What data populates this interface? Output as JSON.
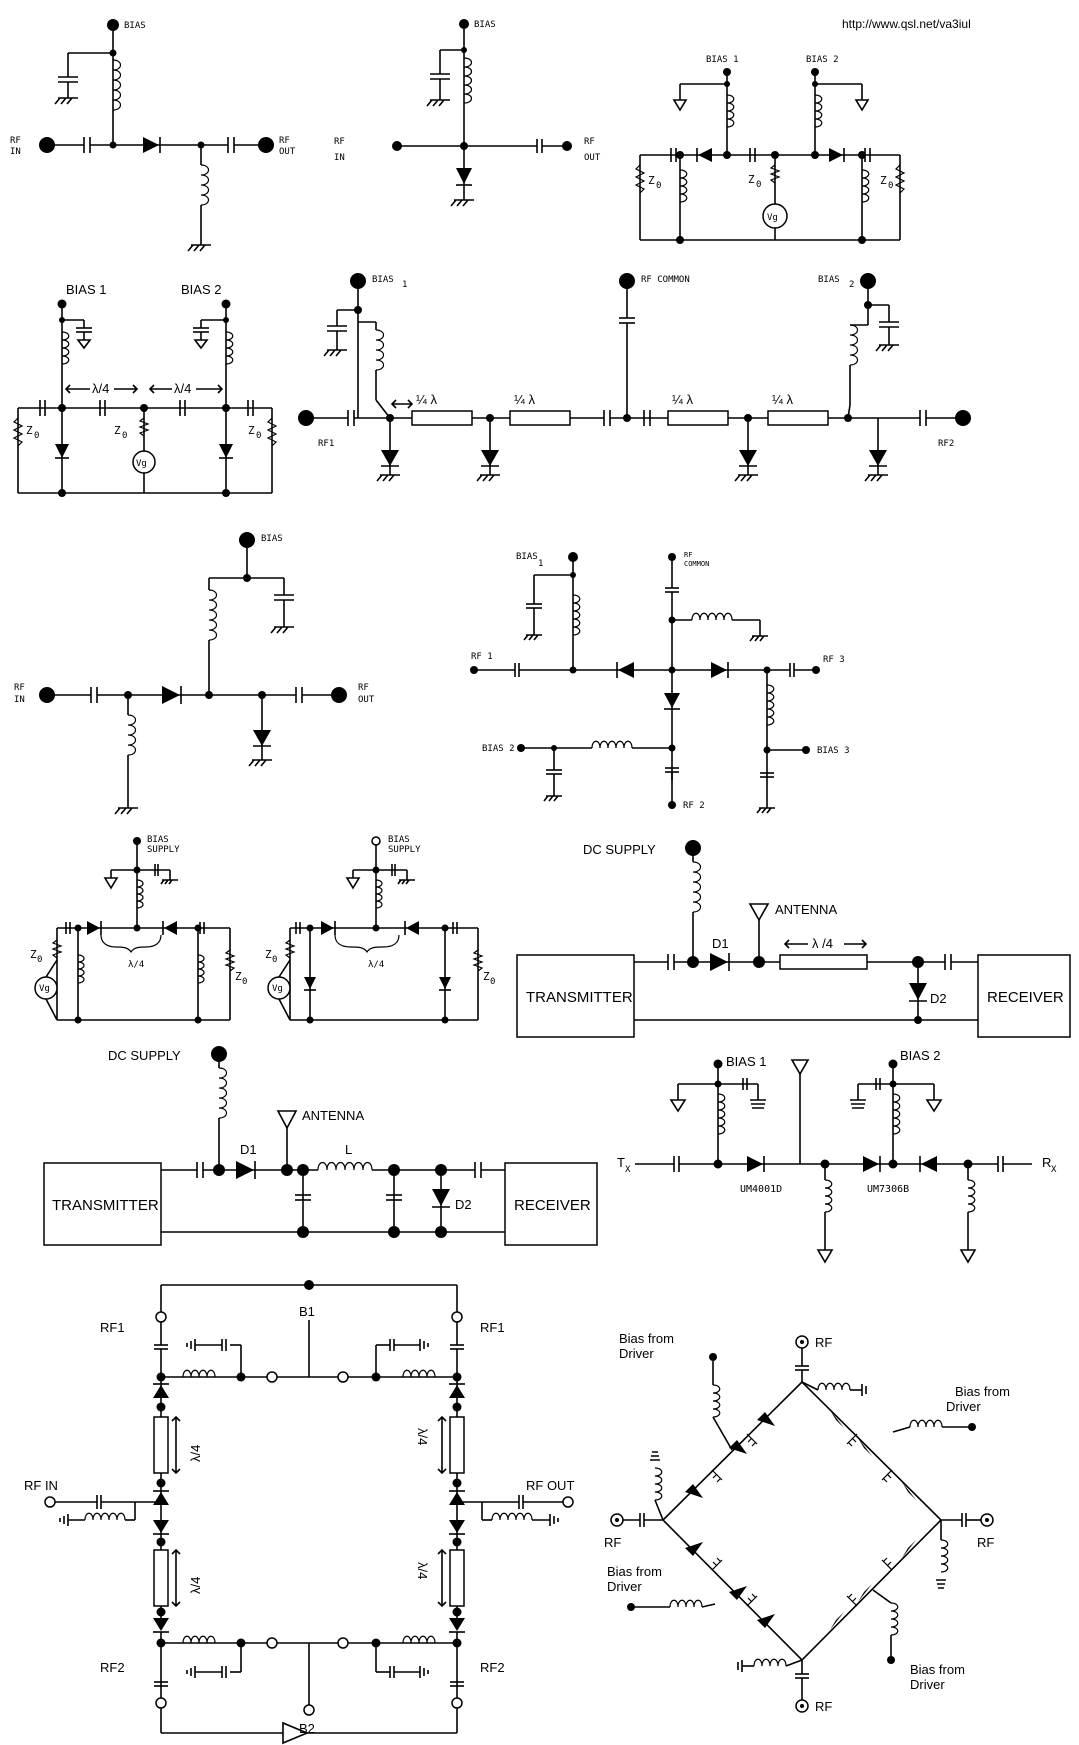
{
  "url": "http://www.qsl.net/va3iul",
  "c1": {
    "bias": "BIAS",
    "rf_in": "RF",
    "rf_in2": "IN",
    "rf_out": "RF",
    "rf_out2": "OUT"
  },
  "c2": {
    "bias": "BIAS",
    "rf_in": "RF",
    "rf_in2": "IN",
    "rf_out": "RF",
    "rf_out2": "OUT"
  },
  "c3": {
    "bias1": "BIAS  1",
    "bias2": "BIAS  2",
    "z0": "Z",
    "z0sub": "0",
    "vg": "Vg"
  },
  "c4": {
    "bias1": "BIAS    1",
    "bias2": "BIAS    2",
    "lambda": "λ/4",
    "z0": "Z",
    "z0sub": "0",
    "vg": "Vg"
  },
  "c5": {
    "bias1": "BIAS",
    "bias1n": "1",
    "bias2": "BIAS",
    "bias2n": "2",
    "rfcommon": "RF COMMON",
    "qw": "¼ λ",
    "rf1": "RF1",
    "rf2": "RF2"
  },
  "c6": {
    "bias": "BIAS",
    "rf_in": "RF",
    "rf_in2": "IN",
    "rf_out": "RF",
    "rf_out2": "OUT"
  },
  "c7": {
    "bias1": "BIAS",
    "n1": "1",
    "rfcommon1": "RF",
    "rfcommon2": "COMMON",
    "rf1": "RF  1",
    "rf3": "RF  3",
    "bias2": "BIAS  2",
    "bias3": "BIAS  3",
    "rf2": "RF  2"
  },
  "c8": {
    "bias": "BIAS",
    "supply": "SUPPLY",
    "z0": "Z",
    "z0sub": "0",
    "lambda": "λ/4",
    "vg": "Vg"
  },
  "c9": {
    "bias": "BIAS",
    "supply": "SUPPLY",
    "z0": "Z",
    "z0sub": "0",
    "lambda": "λ/4",
    "vg": "Vg"
  },
  "c10": {
    "dc": "DC SUPPLY",
    "antenna": "ANTENNA",
    "lambda": "λ /4",
    "d1": "D1",
    "d2": "D2",
    "tx": "TRANSMITTER",
    "rx": "RECEIVER"
  },
  "c11": {
    "dc": "DC SUPPLY",
    "antenna": "ANTENNA",
    "d1": "D1",
    "l": "L",
    "d2": "D2",
    "tx": "TRANSMITTER",
    "rx": "RECEIVER"
  },
  "c12": {
    "bias1": "BIAS 1",
    "bias2": "BIAS 2",
    "tx": "T",
    "txsub": "X",
    "rx": "R",
    "rxsub": "X",
    "d1": "UM4001D",
    "d2": "UM7306B"
  },
  "c13": {
    "rf1a": "RF1",
    "rf1b": "RF1",
    "b1": "B1",
    "rfin": "RF IN",
    "rfout": "RF OUT",
    "lambda": "λ/4",
    "rf2a": "RF2",
    "rf2b": "RF2",
    "b2": "B2"
  },
  "c14": {
    "rf_top": "RF",
    "rf_left": "RF",
    "rf_right": "RF",
    "rf_bot": "RF",
    "bias_tl": "Bias from",
    "bias_tl2": "Driver",
    "bias_tr": "Bias from",
    "bias_tr2": "Driver",
    "bias_bl": "Bias from",
    "bias_bl2": "Driver",
    "bias_br": "Bias from",
    "bias_br2": "Driver"
  }
}
